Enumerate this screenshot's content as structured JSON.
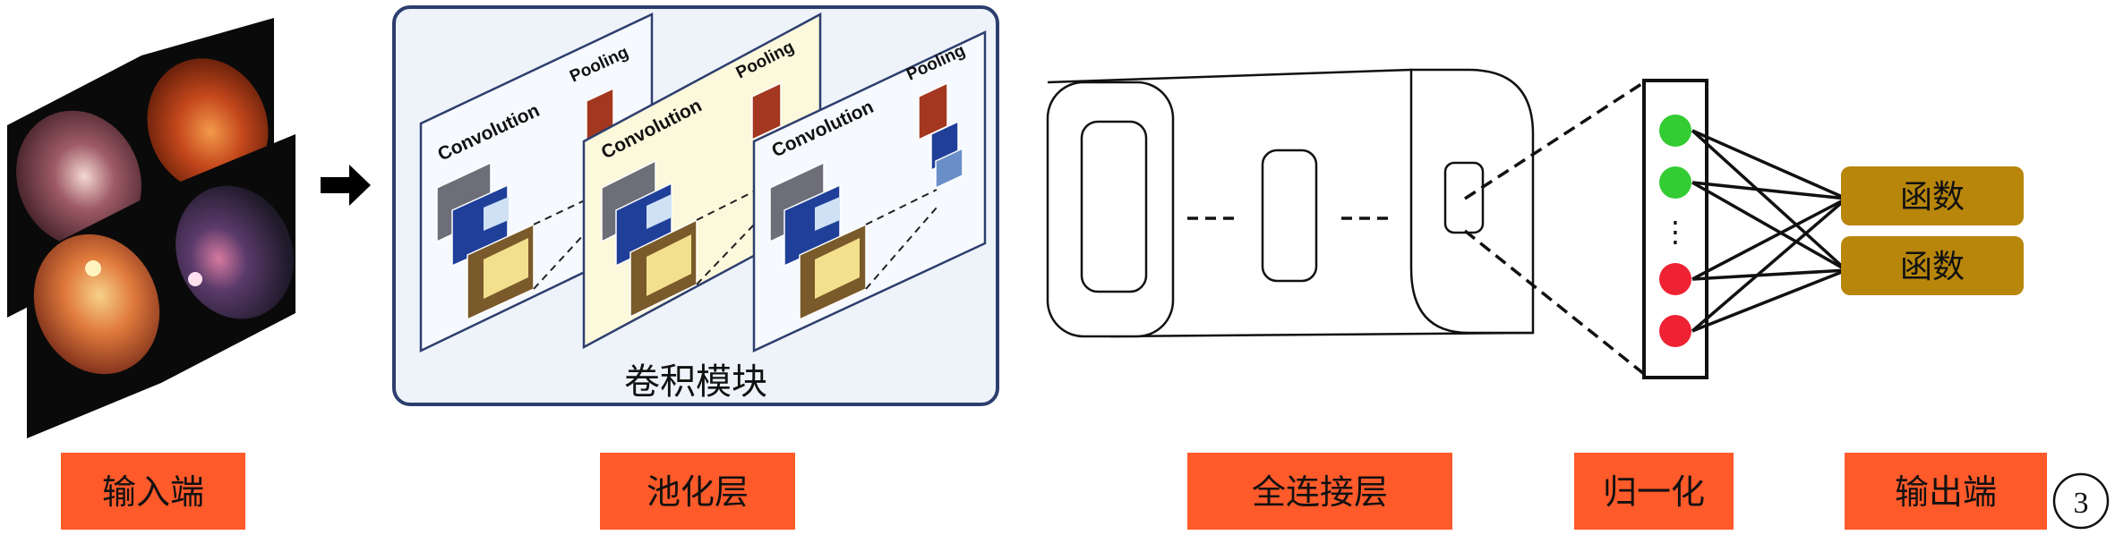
{
  "conv_block": {
    "caption": "卷积模块",
    "layers": [
      {
        "conv_label": "Convolution",
        "pool_label": "Pooling"
      },
      {
        "conv_label": "Convolution",
        "pool_label": "Pooling"
      },
      {
        "conv_label": "Convolution",
        "pool_label": "Pooling"
      }
    ]
  },
  "normalization": {
    "ellipsis": "⋮",
    "nodes": [
      "green",
      "green",
      "red",
      "red"
    ]
  },
  "outputs": [
    "函数",
    "函数"
  ],
  "bottom_labels": {
    "input": "输入端",
    "pooling": "池化层",
    "fully_connected": "全连接层",
    "normalization": "归一化",
    "output": "输出端"
  },
  "figure_number": "3",
  "colors": {
    "label_bg": "#ff5a2a",
    "output_box": "#b8860b",
    "node_green": "#33cc33",
    "node_red": "#ee2233",
    "conv_block_border": "#2d3e6e",
    "grid_gray": "#6e6e78",
    "grid_blue": "#1f3f99",
    "grid_light_blue": "#cfe1f5",
    "grid_yellow": "#f3e08e",
    "grid_brown": "#7a5a2a",
    "pool_red": "#a3371f"
  },
  "icons": [
    "arrow-right-icon",
    "fundus-photo-icon"
  ]
}
